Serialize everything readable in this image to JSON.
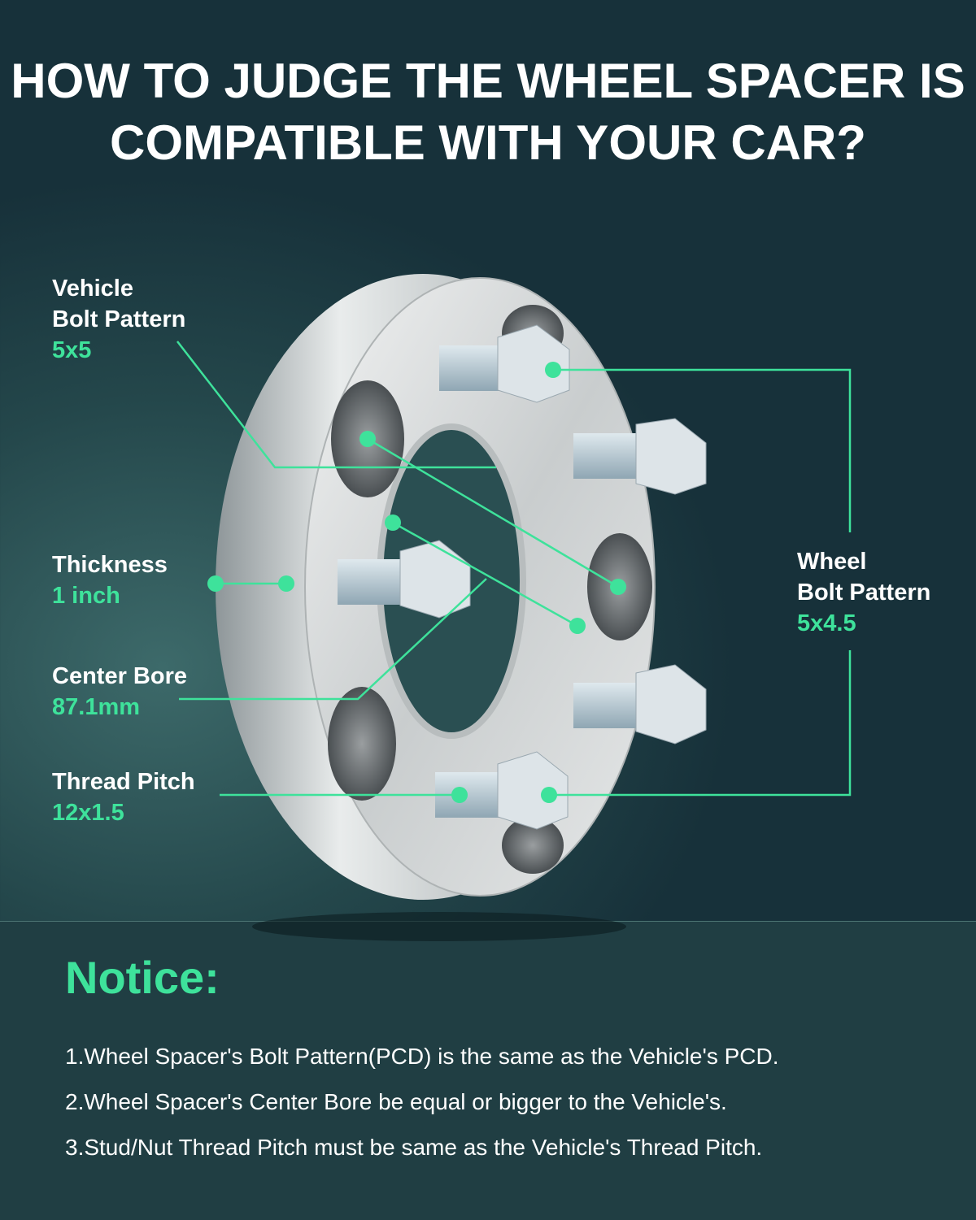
{
  "title_line1": "HOW TO JUDGE THE WHEEL SPACER IS",
  "title_line2": "COMPATIBLE WITH YOUR CAR?",
  "callouts": {
    "vehicle_bolt": {
      "label1": "Vehicle",
      "label2": "Bolt Pattern",
      "value": "5x5"
    },
    "thickness": {
      "label": "Thickness",
      "value": "1 inch"
    },
    "center_bore": {
      "label": "Center Bore",
      "value": "87.1mm"
    },
    "thread_pitch": {
      "label": "Thread Pitch",
      "value": "12x1.5"
    },
    "wheel_bolt": {
      "label1": "Wheel",
      "label2": "Bolt Pattern",
      "value": "5x4.5"
    }
  },
  "notice": {
    "heading": "Notice:",
    "items": [
      "1.Wheel Spacer's Bolt Pattern(PCD) is the same as the Vehicle's PCD.",
      "2.Wheel Spacer's Center Bore be equal or bigger to the Vehicle's.",
      "3.Stud/Nut Thread Pitch must be same as the Vehicle's Thread Pitch."
    ]
  },
  "colors": {
    "accent": "#3ee29b",
    "bg": "#24474b"
  }
}
